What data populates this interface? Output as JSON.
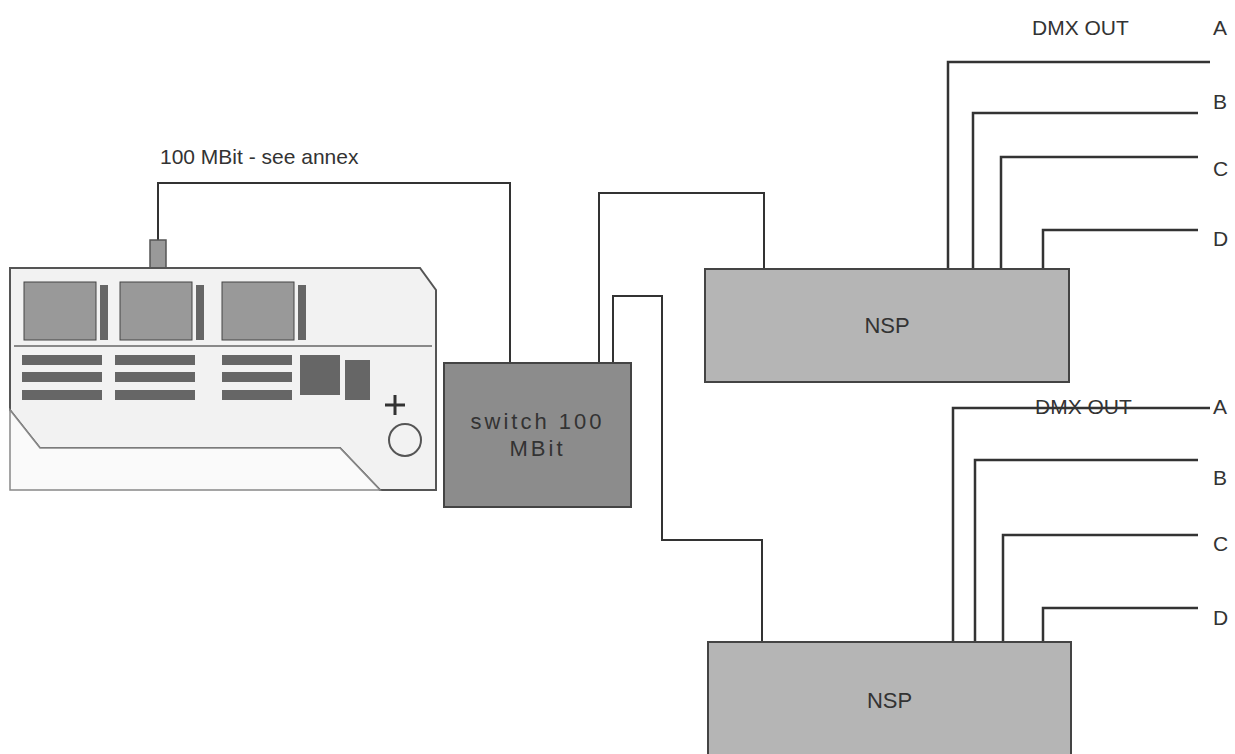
{
  "diagram": {
    "nodes": [
      {
        "text": [
          "switch 100 MBit"
        ]
      },
      {
        "text": [
          "NSP"
        ]
      },
      {
        "text": [
          "NSP"
        ]
      }
    ],
    "edges": [
      {
        "from": 0,
        "to": 1,
        "arrow": "none"
      },
      {
        "from": 0,
        "to": 2,
        "arrow": "none"
      }
    ],
    "labels": [
      "100 MBit - see annex",
      "DMX OUT",
      "A",
      "B",
      "C",
      "D",
      "DMX OUT",
      "A",
      "B",
      "C",
      "D"
    ]
  }
}
